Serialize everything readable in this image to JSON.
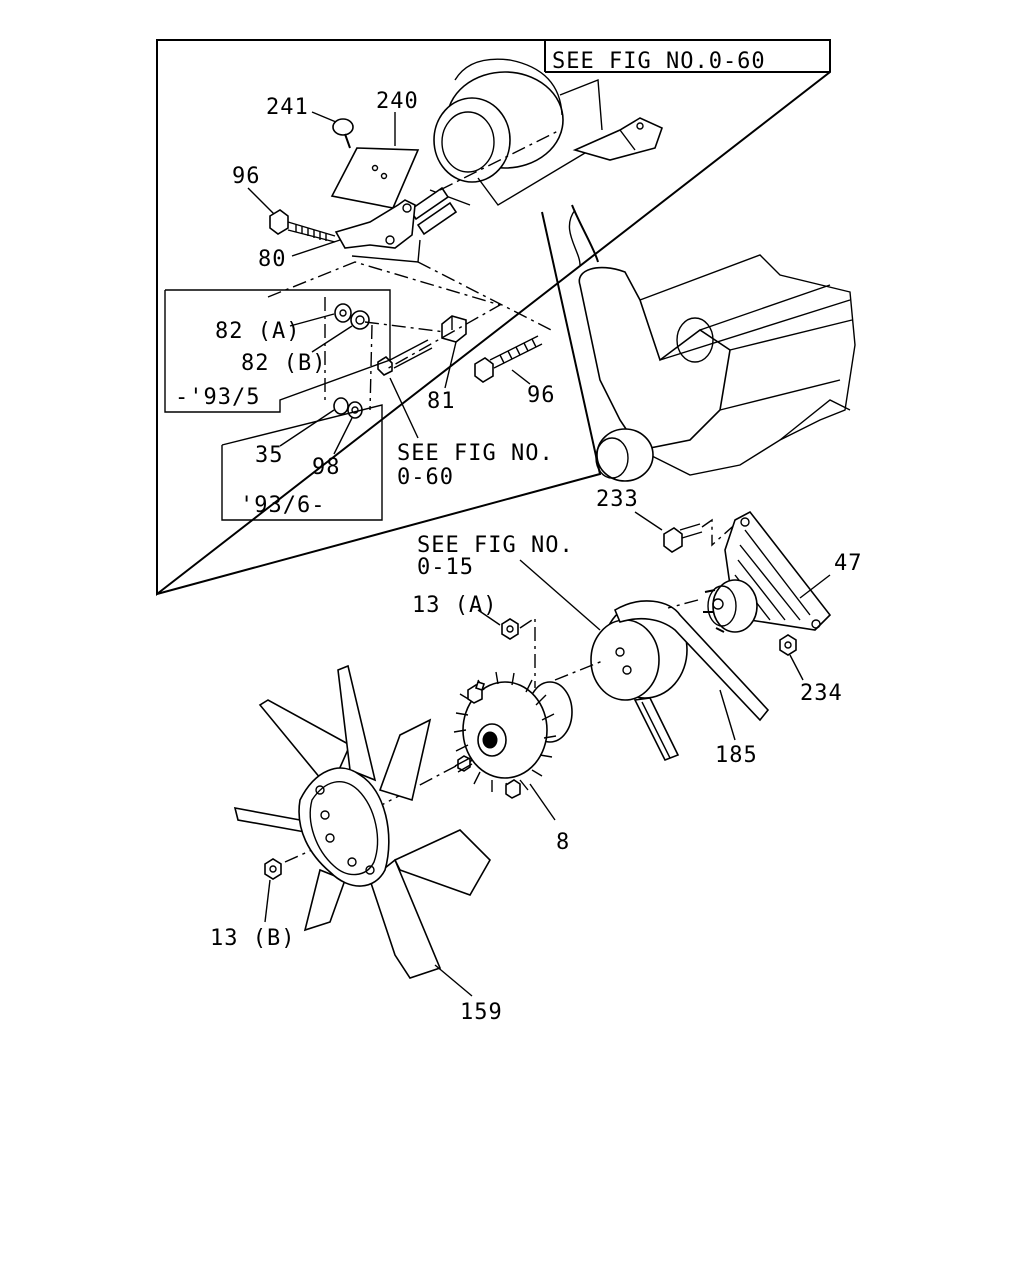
{
  "callouts": {
    "see_fig_060_top": "SEE FIG NO.0-60",
    "see_fig_060_mid_line1": "SEE FIG NO.",
    "see_fig_060_mid_line2": "0-60",
    "see_fig_015_line1": "SEE FIG NO.",
    "see_fig_015_line2": "0-15",
    "range_early": "-'93/5",
    "range_late": "'93/6-"
  },
  "part_labels": {
    "p241": "241",
    "p240": "240",
    "p96_top": "96",
    "p80": "80",
    "p82a": "82 (A)",
    "p82b": "82 (B)",
    "p81": "81",
    "p96_right": "96",
    "p35": "35",
    "p98": "98",
    "p233": "233",
    "p47": "47",
    "p13a": "13 (A)",
    "p234": "234",
    "p185": "185",
    "p8": "8",
    "p13b": "13 (B)",
    "p159": "159"
  }
}
